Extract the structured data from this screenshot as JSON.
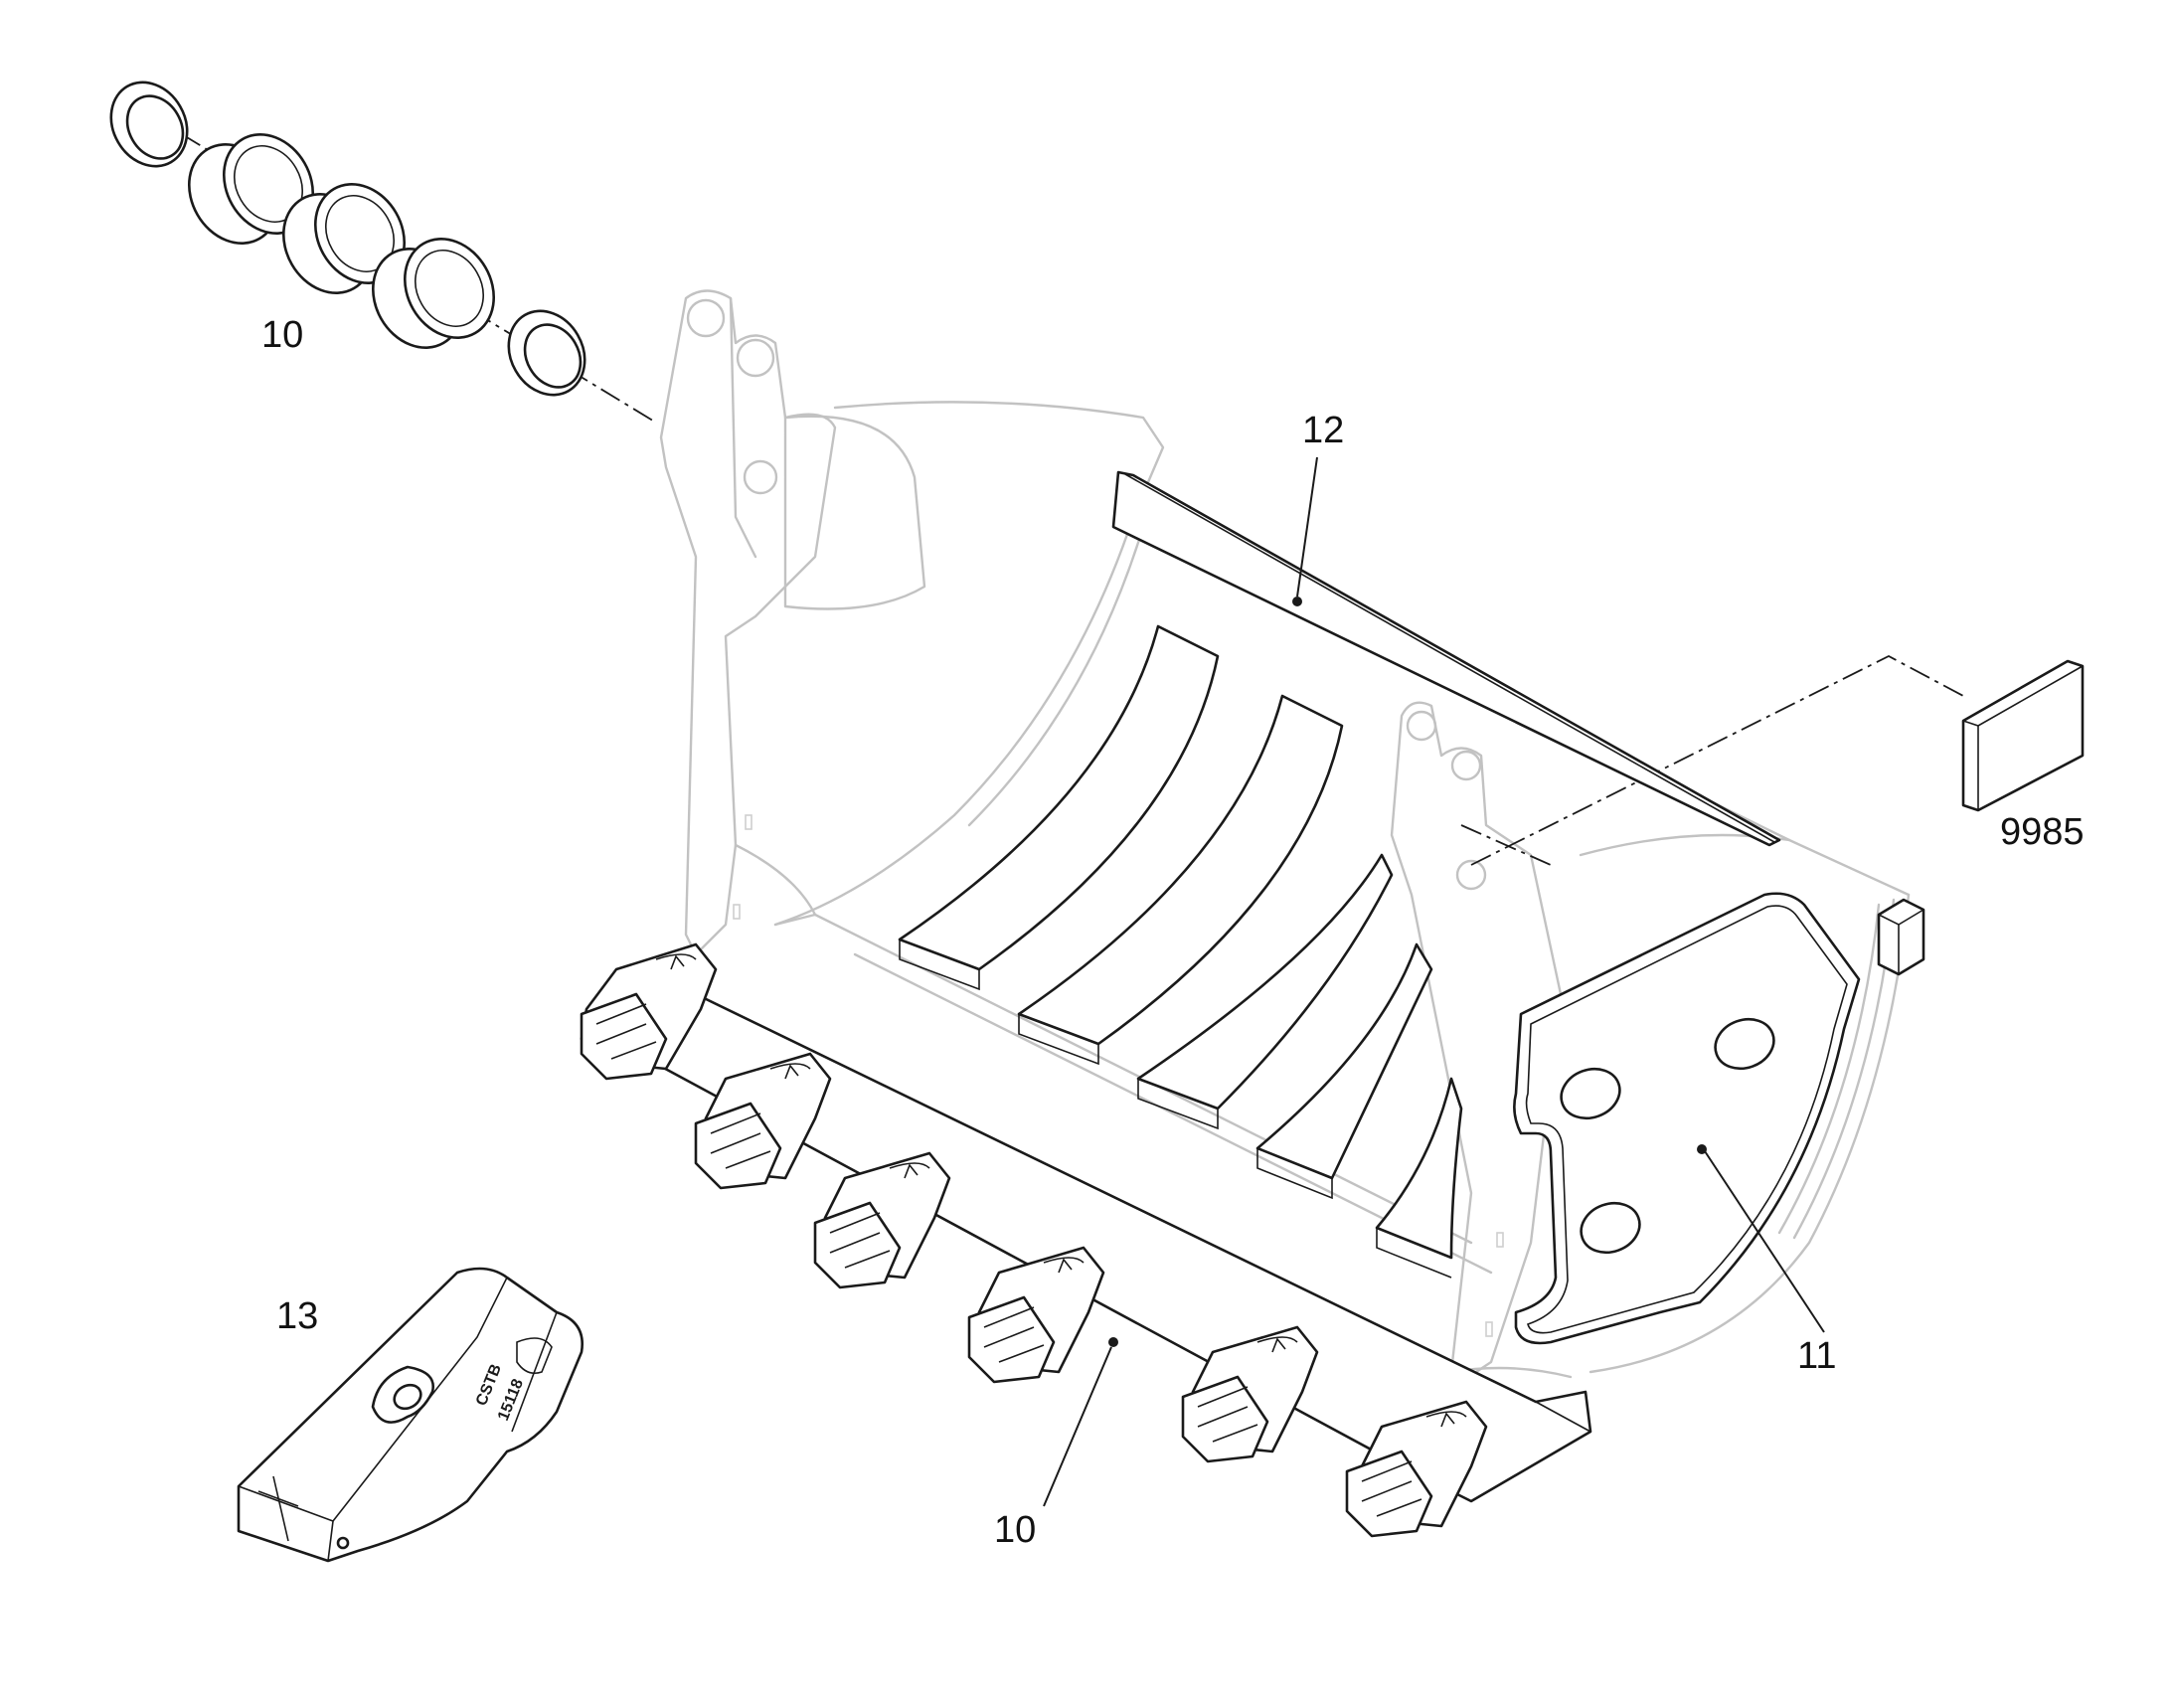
{
  "callouts": {
    "bushing_set": "10",
    "wear_edge_center": "12",
    "tooth_adapter_bar": "10",
    "side_wear_plate": "11",
    "tooth_tip": "13",
    "label_plate": "9985"
  },
  "tooth_marking": {
    "line1": "CSTB",
    "line2": "15118"
  },
  "colors": {
    "part_stroke": "#1a1a1a",
    "ghost_stroke": "#c2c2c2",
    "background": "#ffffff"
  },
  "icons": [
    "bushing-icon",
    "bucket-outline",
    "tooth-icon",
    "plate-icon"
  ]
}
